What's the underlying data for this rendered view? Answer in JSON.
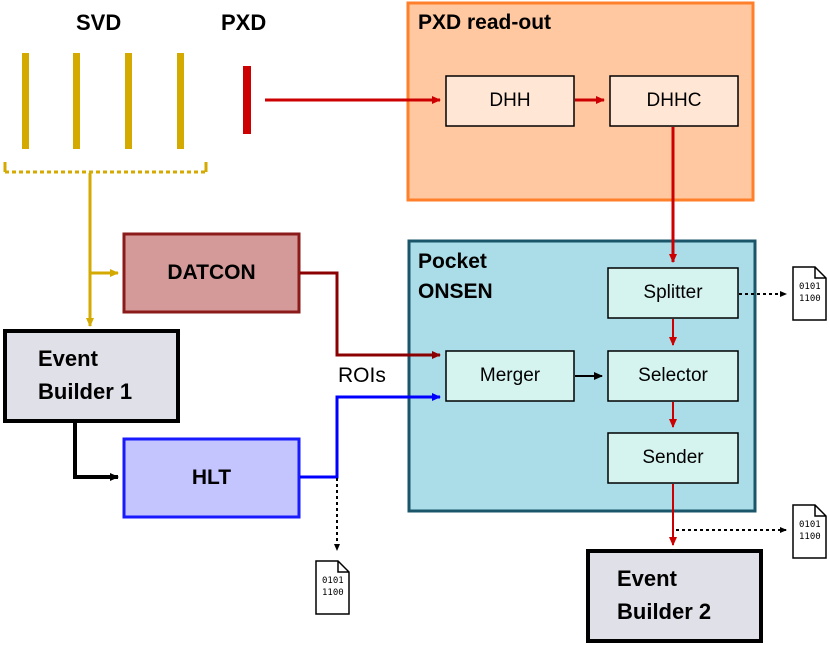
{
  "detectors": {
    "svd_label": "SVD",
    "pxd_label": "PXD"
  },
  "pxd_readout": {
    "title": "PXD read-out",
    "dhh": "DHH",
    "dhhc": "DHHC"
  },
  "onsen": {
    "title_line1": "Pocket",
    "title_line2": "ONSEN",
    "splitter": "Splitter",
    "merger": "Merger",
    "selector": "Selector",
    "sender": "Sender"
  },
  "datcon": "DATCON",
  "event_builder_1": {
    "line1": "Event",
    "line2": "Builder 1"
  },
  "event_builder_2": {
    "line1": "Event",
    "line2": "Builder 2"
  },
  "hlt": "HLT",
  "rois_label": "ROIs",
  "file_icon_text": {
    "line1": "0101",
    "line2": "1100"
  },
  "colors": {
    "svd": "#d4aa00",
    "pxd": "#cc0000",
    "pxd_readout_fill": "#ffc8a0",
    "pxd_readout_border": "#ff7f2a",
    "onsen_fill": "#abdde8",
    "onsen_border": "#1a5569",
    "datcon_fill": "#d49a9a",
    "datcon_border": "#8b1a1a",
    "hlt_fill": "#c4c4ff",
    "hlt_border": "#1a1aff",
    "event_builder_fill": "#e0e0e8",
    "red_arrow": "#cc0000",
    "dark_red_arrow": "#8b0000",
    "blue_arrow": "#0000ff"
  }
}
